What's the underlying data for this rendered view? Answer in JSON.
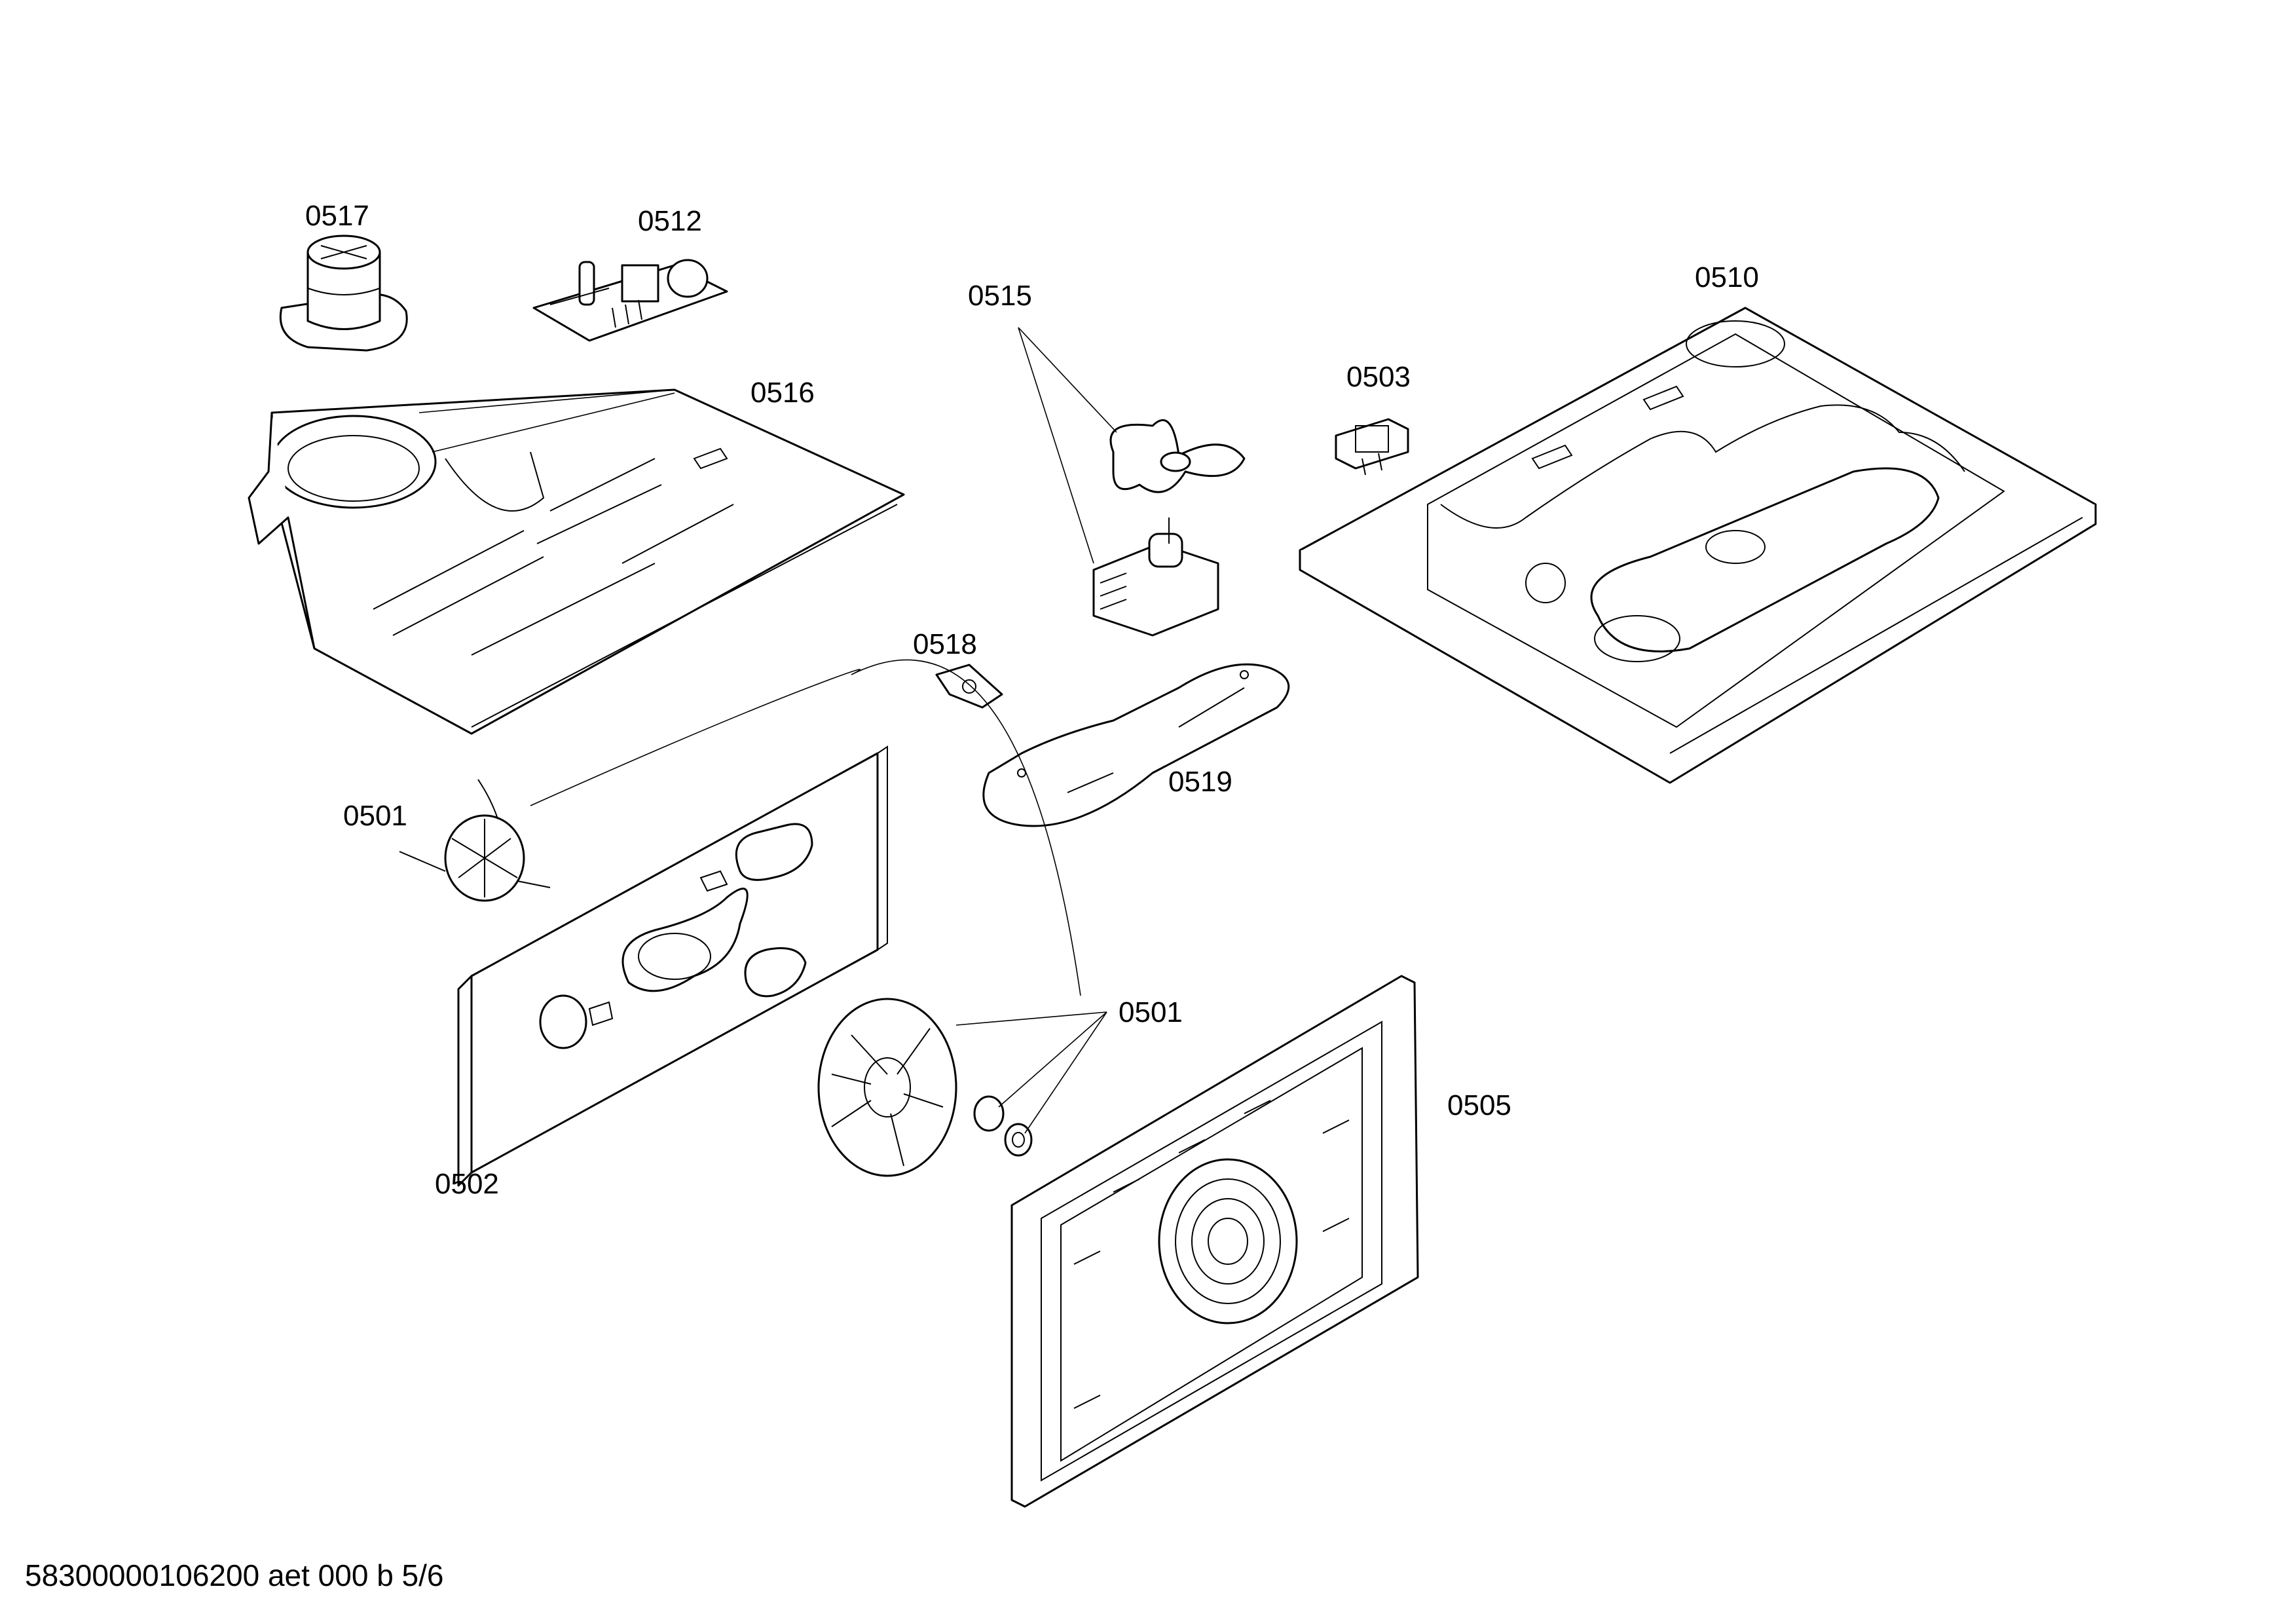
{
  "diagram": {
    "parts": [
      {
        "id": "part-0517",
        "label": "0517"
      },
      {
        "id": "part-0512",
        "label": "0512"
      },
      {
        "id": "part-0516",
        "label": "0516"
      },
      {
        "id": "part-0515",
        "label": "0515"
      },
      {
        "id": "part-0510",
        "label": "0510"
      },
      {
        "id": "part-0503",
        "label": "0503"
      },
      {
        "id": "part-0518",
        "label": "0518"
      },
      {
        "id": "part-0519",
        "label": "0519"
      },
      {
        "id": "part-0501-a",
        "label": "0501"
      },
      {
        "id": "part-0501-b",
        "label": "0501"
      },
      {
        "id": "part-0502",
        "label": "0502"
      },
      {
        "id": "part-0505",
        "label": "0505"
      }
    ],
    "footer": "58300000106200 aet 000 b 5/6"
  }
}
